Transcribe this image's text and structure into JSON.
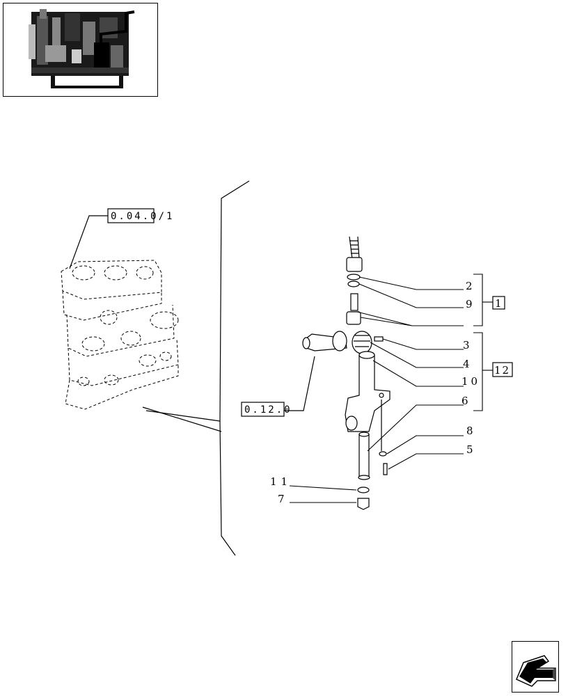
{
  "thumbnail": {
    "icon": "engine-thumbnail"
  },
  "references": {
    "ref_top": "0.04.0/1",
    "ref_bottom": "0.12.0"
  },
  "callouts": {
    "n2": "2",
    "n9": "9",
    "n3": "3",
    "n4": "4",
    "n10": "10",
    "n6": "6",
    "n8": "8",
    "n5": "5",
    "n11": "11",
    "n7": "7"
  },
  "groups": {
    "g1": "1",
    "g12": "12"
  },
  "navigation": {
    "icon": "back-arrow-icon"
  }
}
